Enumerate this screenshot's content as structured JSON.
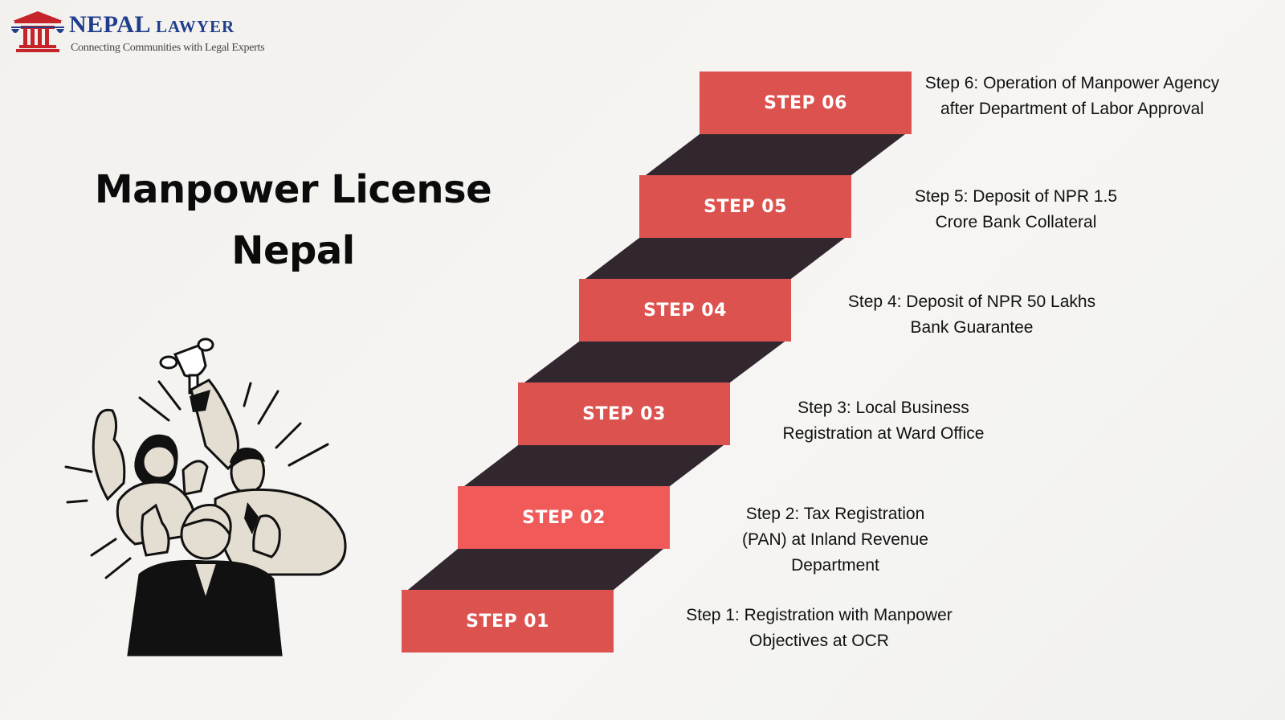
{
  "logo": {
    "name_main": "NEPAL",
    "name_secondary": "LAWYER",
    "tagline": "Connecting Communities with Legal Experts"
  },
  "title": {
    "line1": "Manpower License",
    "line2": "Nepal"
  },
  "colors": {
    "step_box": "#dc524f",
    "step_box_highlight": "#f05a59",
    "riser": "#32272f",
    "logo_blue": "#1f3d8c",
    "logo_red": "#c4242a"
  },
  "illustration": {
    "icon": "celebrating-team-with-trophy-illustration"
  },
  "steps": [
    {
      "label": "STEP 01",
      "description": "Step 1: Registration with Manpower Objectives at OCR"
    },
    {
      "label": "STEP 02",
      "description": "Step 2: Tax Registration (PAN) at Inland Revenue Department"
    },
    {
      "label": "STEP 03",
      "description": "Step 3: Local Business Registration at Ward Office"
    },
    {
      "label": "STEP 04",
      "description": "Step 4: Deposit of NPR 50 Lakhs Bank Guarantee"
    },
    {
      "label": "STEP 05",
      "description": "Step 5: Deposit of NPR 1.5 Crore Bank Collateral"
    },
    {
      "label": "STEP 06",
      "description": "Step 6: Operation of Manpower Agency after Department of Labor Approval"
    }
  ]
}
